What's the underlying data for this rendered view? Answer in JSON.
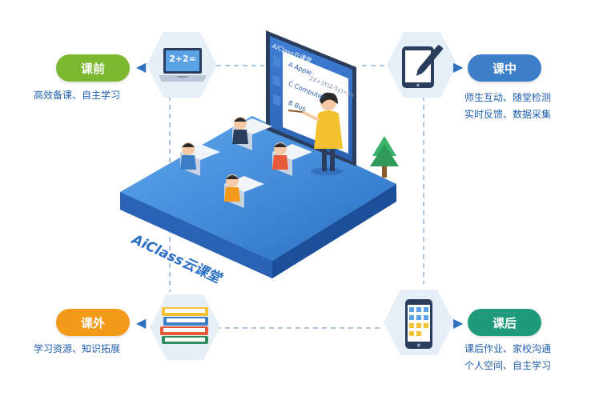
{
  "stages": {
    "before": {
      "label": "课前",
      "desc": [
        "高效备课、自主学习"
      ],
      "color": "#7cb82f"
    },
    "during": {
      "label": "课中",
      "desc": [
        "师生互动、随堂检测",
        "实时反馈、数据采集"
      ],
      "color": "#3d7ec9"
    },
    "outside": {
      "label": "课外",
      "desc": [
        "学习资源、知识拓展"
      ],
      "color": "#f39a1b"
    },
    "after": {
      "label": "课后",
      "desc": [
        "课后作业、家校沟通",
        "个人空间、自主学习"
      ],
      "color": "#1f9a7a"
    }
  },
  "laptop_text": "2+2=",
  "board": {
    "title": "AiClass云课堂",
    "options": [
      {
        "letter": "A",
        "text": "Apple"
      },
      {
        "letter": "C",
        "text": "Computer"
      },
      {
        "letter": "B",
        "text": "Bus"
      }
    ],
    "formula": "2X+3Y(2-5y)=3X"
  },
  "brand": "AiClass云课堂",
  "colors": {
    "dash": "#8fb0d8",
    "hex_bg": "#e6eef8",
    "platform": "#2a6fc4"
  }
}
